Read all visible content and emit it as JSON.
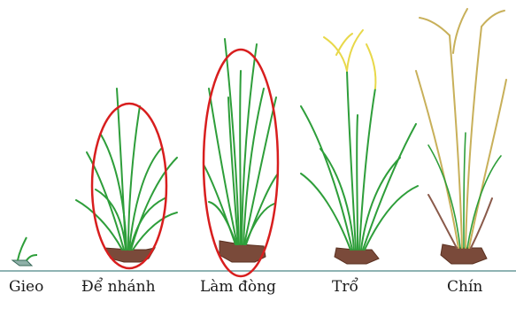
{
  "figure": {
    "stages": [
      {
        "id": "gieo",
        "label": "Gieo",
        "highlighted": false
      },
      {
        "id": "de-nhanh",
        "label": "Để nhánh",
        "highlighted": true
      },
      {
        "id": "lam-dong",
        "label": "Làm đòng",
        "highlighted": true
      },
      {
        "id": "tro",
        "label": "Trổ",
        "highlighted": false
      },
      {
        "id": "chin",
        "label": "Chín",
        "highlighted": false
      }
    ],
    "colors": {
      "leaf": "#2e9e3a",
      "leaf_dark": "#1d7a2a",
      "stem": "#6b8e23",
      "panicle_flowering": "#e8d84a",
      "panicle_ripe": "#c8b05a",
      "dead_leaf": "#8a5a4a",
      "roots": "#7a4a3a",
      "ground_line": "#6a9a9a",
      "highlight_ellipse": "#d81e1e"
    }
  }
}
